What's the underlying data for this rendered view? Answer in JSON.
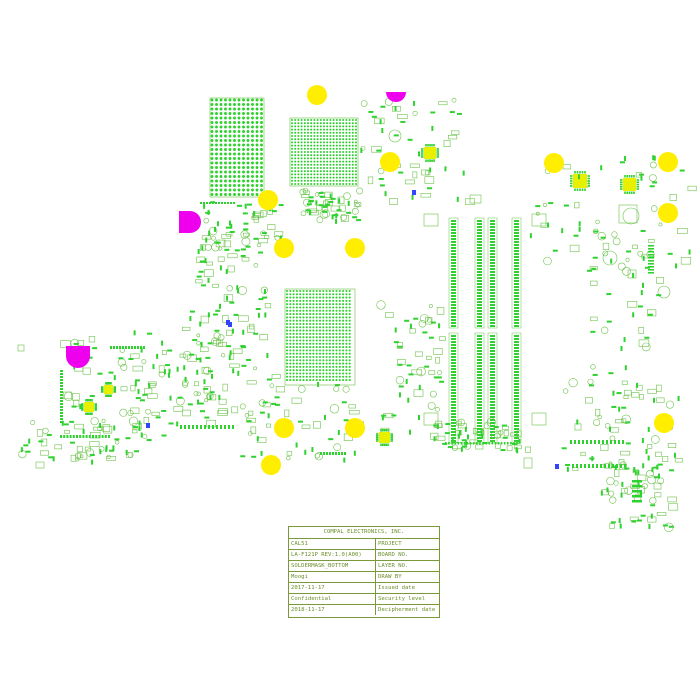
{
  "colors": {
    "copper": "#2fd12f",
    "outline": "#6dc24a",
    "hole": "#ffee00",
    "marker": "#ee00ee",
    "via": "#3344ff",
    "text": "#6b8f2a",
    "label": "#4aa3c8"
  },
  "title_block": {
    "company": "COMPAL ELECTRONICS, INC.",
    "rows": [
      {
        "label": "PROJECT",
        "value": "CAL51"
      },
      {
        "label": "BOARD NO.",
        "value": "LA-F121P  REV:1.0(A00)"
      },
      {
        "label": "LAYER NO.",
        "value": "SOLDERMASK_BOTTOM"
      },
      {
        "label": "DRAW BY",
        "value": "Moogi"
      },
      {
        "label": "Issued date",
        "value": "2017-11-17"
      },
      {
        "label": "Security level",
        "value": "Confidential"
      },
      {
        "label": "Decipherment date",
        "value": "2018-11-17"
      }
    ]
  }
}
